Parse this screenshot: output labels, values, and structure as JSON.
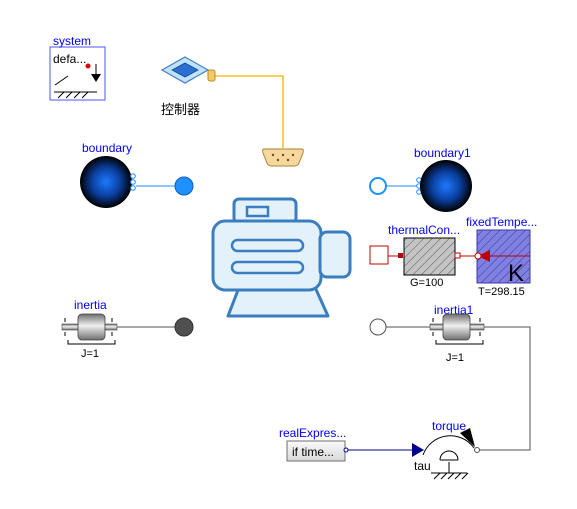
{
  "components": {
    "system": {
      "name": "system",
      "value": "defa..."
    },
    "controller": {
      "name": "控制器"
    },
    "boundary": {
      "name": "boundary"
    },
    "boundary1": {
      "name": "boundary1"
    },
    "thermal_conductor": {
      "name": "thermalCon...",
      "param": "G=100"
    },
    "fixed_temperature": {
      "name": "fixedTempe...",
      "param": "T=298.15",
      "unit_glyph": "K"
    },
    "inertia": {
      "name": "inertia",
      "param": "J=1"
    },
    "inertia1": {
      "name": "inertia1",
      "param": "J=1"
    },
    "real_expression": {
      "name": "realExpres...",
      "value": "if time..."
    },
    "torque": {
      "name": "torque",
      "input_label": "tau"
    }
  },
  "colors": {
    "label_blue": "#0000ff",
    "fluid_port_blue": "#1e90ff",
    "motor_blue": "#3a7ebf",
    "motor_fill": "#e3f1fb",
    "signal_line": "#f5b400",
    "flange_dark": "#505050",
    "heat_port_red": "#c00000",
    "temp_fill": "#8080e0"
  }
}
